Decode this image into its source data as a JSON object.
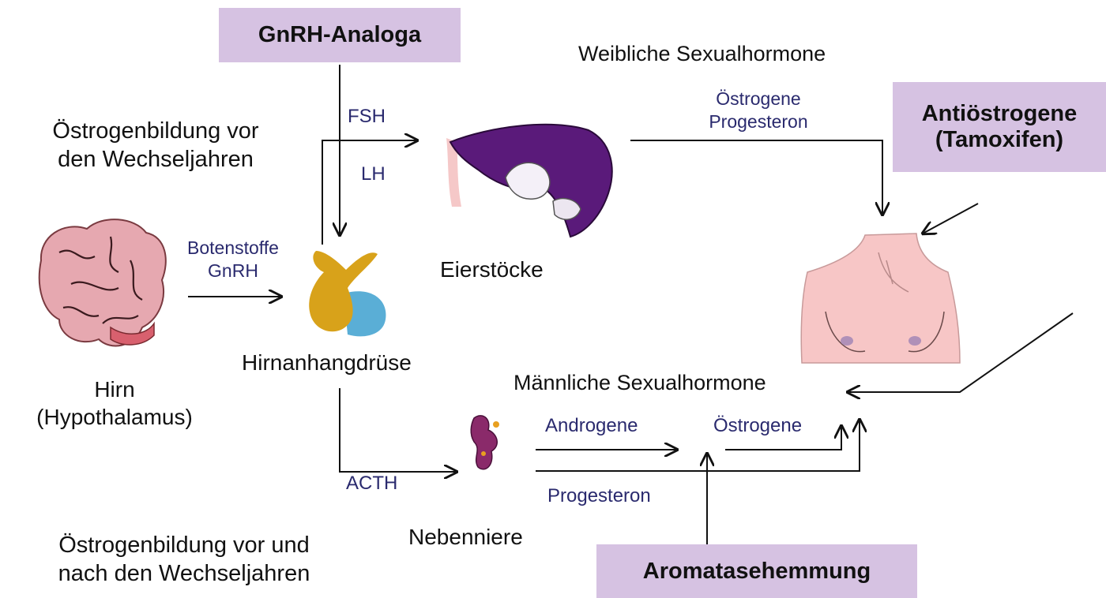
{
  "colors": {
    "drug_box": "#d6c2e2",
    "arrow": "#111111",
    "hormone_text": "#2a2a6e",
    "skin": "#f7c6c6",
    "gland_yellow": "#d8a21a",
    "gland_blue": "#5aaed6",
    "ovary_purple": "#5a1a7a",
    "adrenal": "#8a2a6a",
    "brain_pink": "#e6a8b0"
  },
  "drugs": {
    "gnrh_analoga": "GnRH-Analoga",
    "antioestrogene_line1": "Antiöstrogene",
    "antioestrogene_line2": "(Tamoxifen)",
    "aromatasehemmung": "Aromatasehemmung"
  },
  "organs": {
    "hirn_line1": "Hirn",
    "hirn_line2": "(Hypothalamus)",
    "hirnanhangdruese": "Hirnanhangdrüse",
    "eierstoecke": "Eierstöcke",
    "nebenniere": "Nebenniere"
  },
  "headings": {
    "weiblich": "Weibliche Sexualhormone",
    "maennlich": "Männliche Sexualhormone",
    "vor_line1": "Östrogenbildung vor",
    "vor_line2": "den Wechseljahren",
    "vor_nach_line1": "Östrogenbildung vor und",
    "vor_nach_line2": "nach den Wechseljahren"
  },
  "hormones": {
    "botenstoffe": "Botenstoffe",
    "gnrh": "GnRH",
    "fsh": "FSH",
    "lh": "LH",
    "oestrogene_top": "Östrogene",
    "progesteron_top": "Progesteron",
    "acth": "ACTH",
    "androgene": "Androgene",
    "oestrogene_bottom": "Östrogene",
    "progesteron_bottom": "Progesteron"
  },
  "icons": [
    "brain-icon",
    "pituitary-gland-icon",
    "ovary-icon",
    "adrenal-gland-icon",
    "torso-icon"
  ]
}
